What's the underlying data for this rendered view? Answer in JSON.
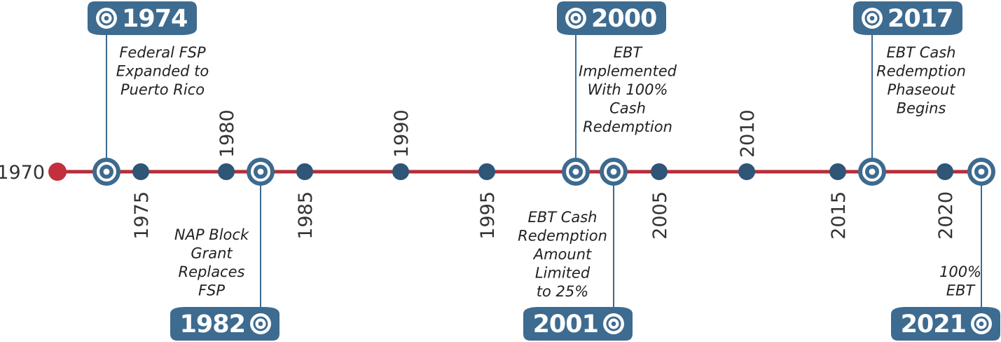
{
  "colors": {
    "axis_line": "#b52d3a",
    "origin_dot": "#c22f3d",
    "tick_dot": "#2f5577",
    "milestone": "#3d6a8f",
    "badge": "#3e6b90",
    "badge_text": "#ffffff",
    "text": "#222222"
  },
  "timeline": {
    "start_label": "1970",
    "ticks": [
      {
        "year": 1975,
        "label": "1975",
        "side": "below"
      },
      {
        "year": 1980,
        "label": "1980",
        "side": "above"
      },
      {
        "year": 1985,
        "label": "1985",
        "side": "below"
      },
      {
        "year": 1990,
        "label": "1990",
        "side": "above"
      },
      {
        "year": 1995,
        "label": "1995",
        "side": "below"
      },
      {
        "year": 2005,
        "label": "2005",
        "side": "below"
      },
      {
        "year": 2010,
        "label": "2010",
        "side": "above"
      },
      {
        "year": 2015,
        "label": "2015",
        "side": "below"
      },
      {
        "year": 2020,
        "label": "2020",
        "side": "below"
      }
    ],
    "milestones": [
      {
        "year": 1974,
        "badge": "1974",
        "side": "top",
        "lines": [
          "Federal FSP",
          "Expanded to",
          "Puerto Rico"
        ],
        "icon": "target-icon"
      },
      {
        "year": 1982,
        "badge": "1982",
        "side": "bottom",
        "lines": [
          "NAP Block",
          "Grant",
          "Replaces",
          "FSP"
        ],
        "icon": "target-icon"
      },
      {
        "year": 2000,
        "badge": "2000",
        "side": "top",
        "lines": [
          "EBT",
          "Implemented",
          "With 100%",
          "Cash",
          "Redemption"
        ],
        "icon": "target-icon"
      },
      {
        "year": 2001,
        "badge": "2001",
        "side": "bottom",
        "lines": [
          "EBT Cash",
          "Redemption",
          "Amount",
          "Limited",
          "to 25%"
        ],
        "icon": "target-icon"
      },
      {
        "year": 2017,
        "badge": "2017",
        "side": "top",
        "lines": [
          "EBT Cash",
          "Redemption",
          "Phaseout",
          "Begins"
        ],
        "icon": "target-icon"
      },
      {
        "year": 2021,
        "badge": "2021",
        "side": "bottom",
        "lines": [
          "100%",
          "EBT"
        ],
        "icon": "target-icon"
      }
    ]
  }
}
